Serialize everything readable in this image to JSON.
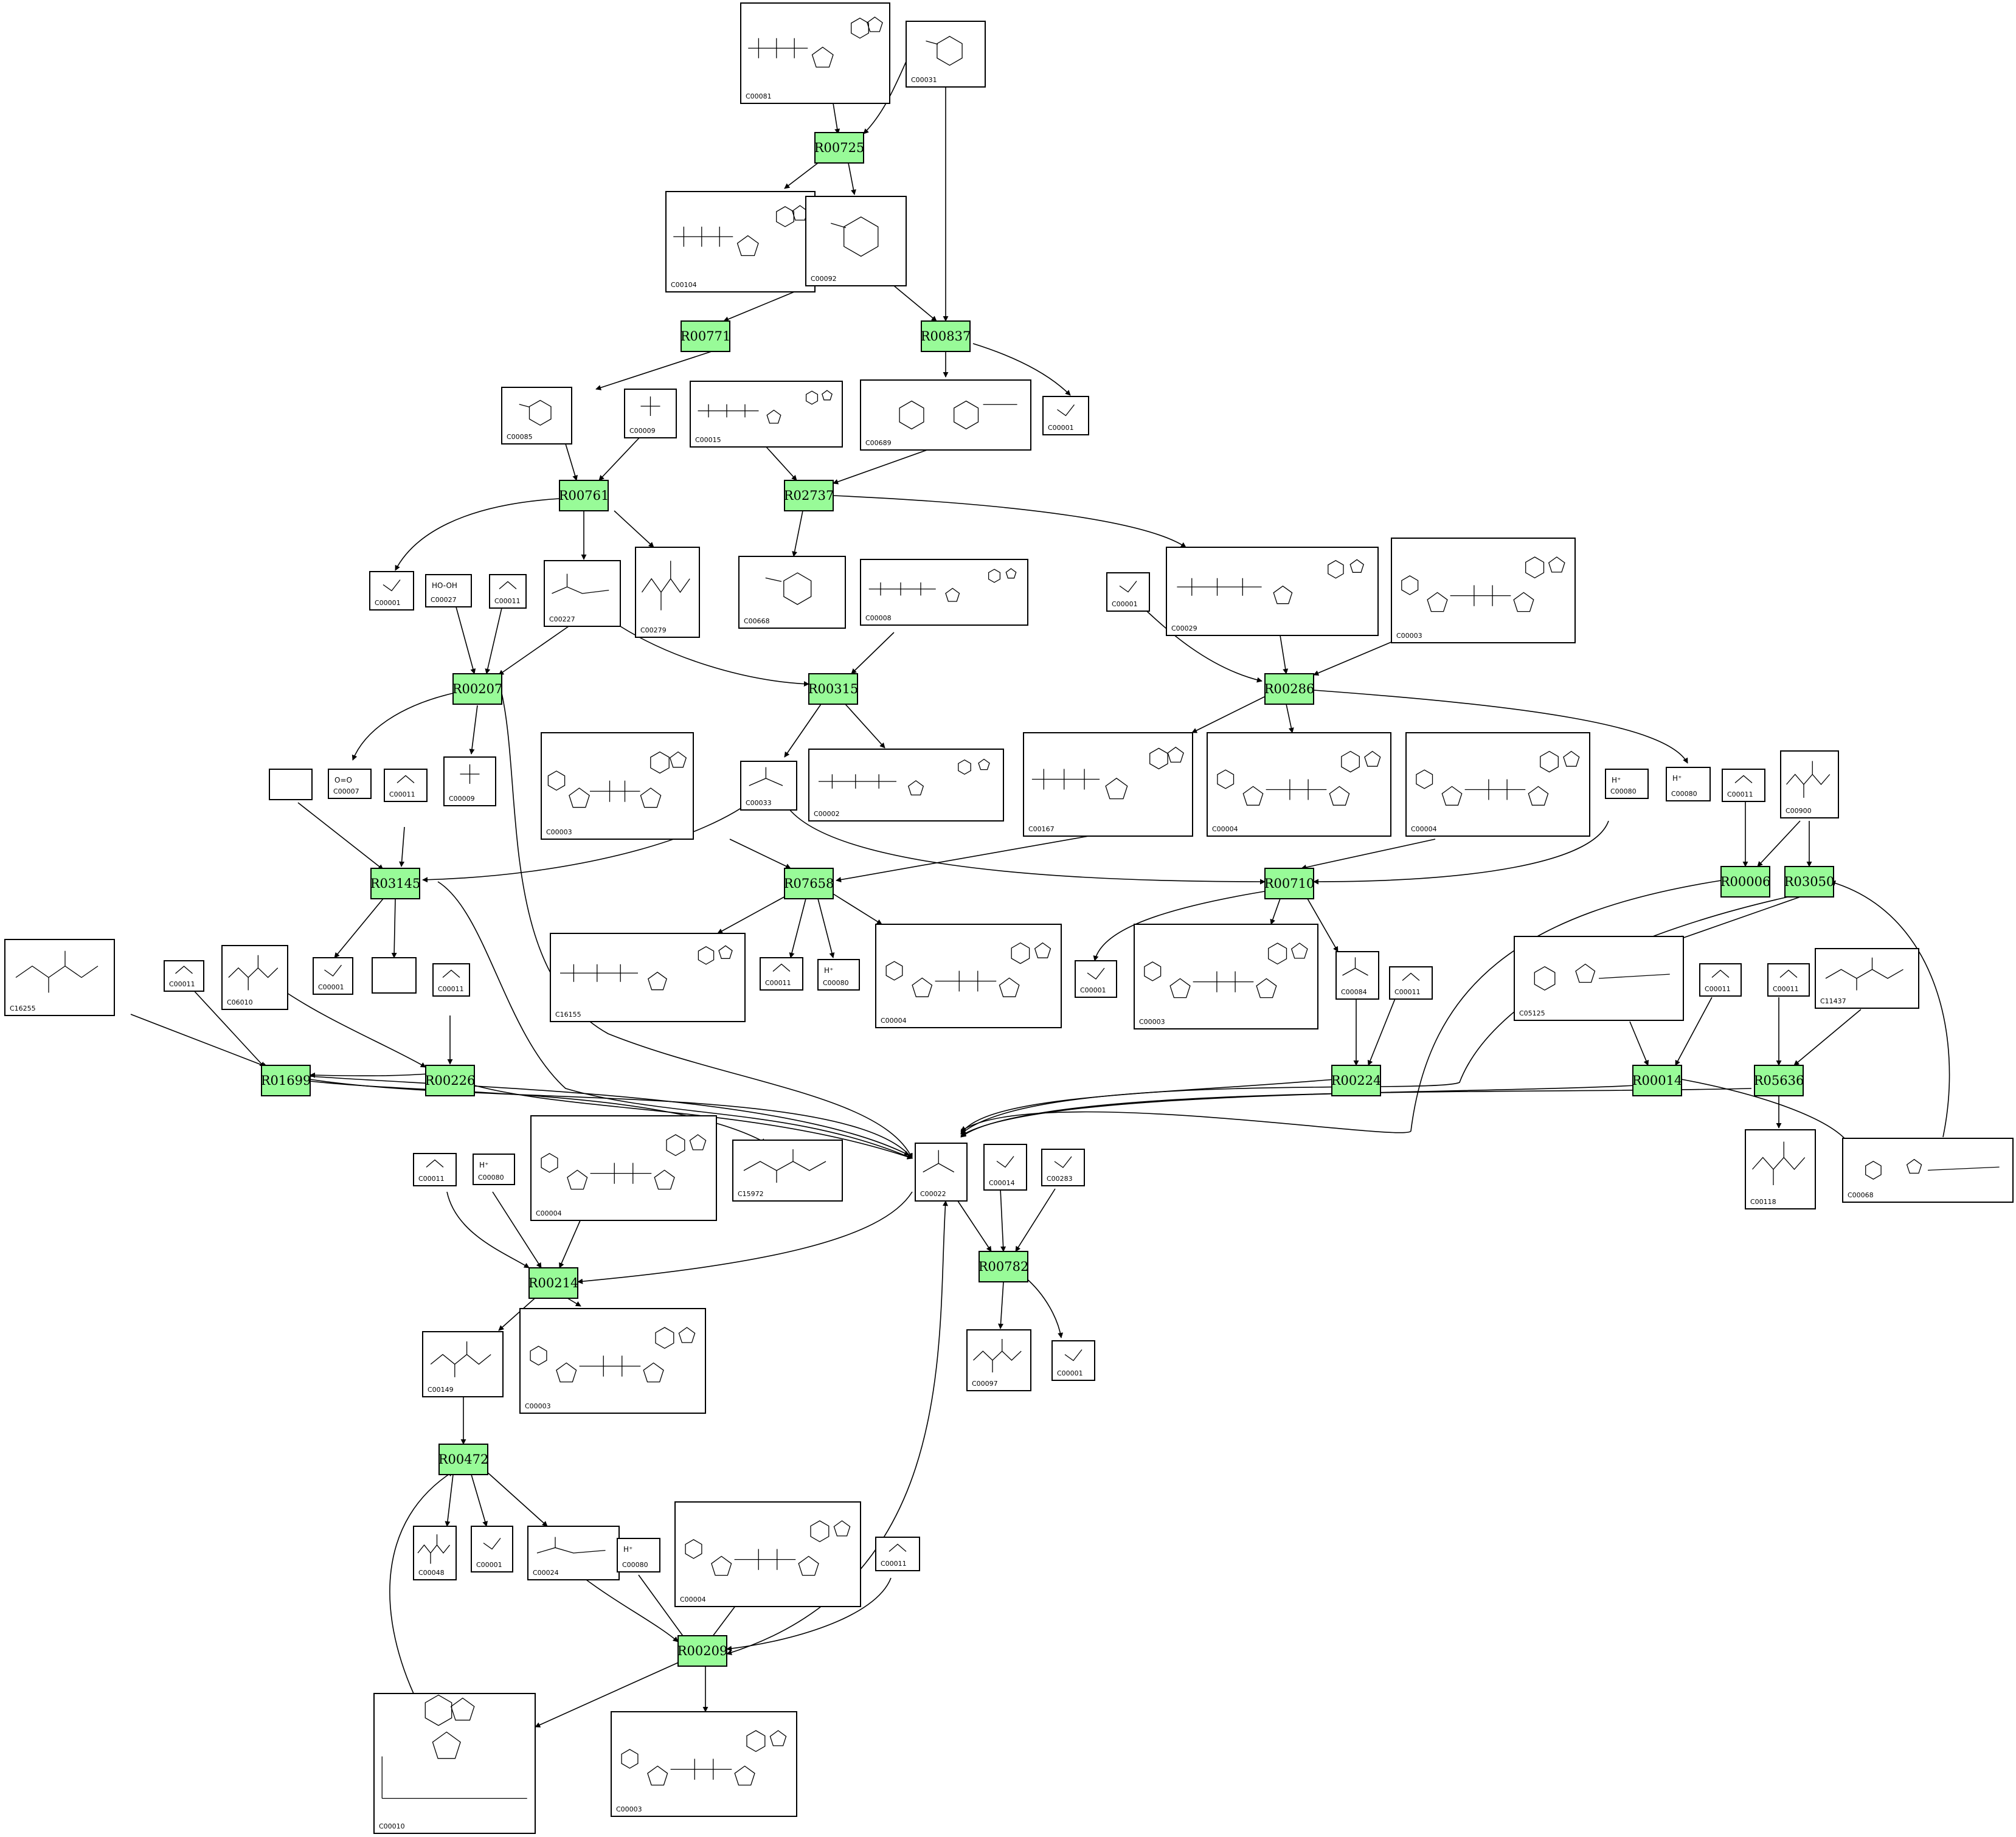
{
  "reactions": [
    "R00725",
    "R00837",
    "R00771",
    "R00761",
    "R02737",
    "R00207",
    "R00315",
    "R00286",
    "R03145",
    "R07658",
    "R00710",
    "R00006",
    "R03050",
    "R01699",
    "R00226",
    "R00224",
    "R00014",
    "R05636",
    "R00214",
    "R00782",
    "R00472",
    "R00209"
  ],
  "compounds": [
    {
      "id": "C00081",
      "label": "C00081"
    },
    {
      "id": "C00031",
      "label": "C00031"
    },
    {
      "id": "C00104",
      "label": "C00104"
    },
    {
      "id": "C00092",
      "label": "C00092"
    },
    {
      "id": "C00085",
      "label": "C00085"
    },
    {
      "id": "C00009",
      "label": "C00009"
    },
    {
      "id": "C00015",
      "label": "C00015"
    },
    {
      "id": "C00689",
      "label": "C00689"
    },
    {
      "id": "C00001",
      "label": "C00001"
    },
    {
      "id": "C00027",
      "label": "C00027",
      "formula": "HO-OH"
    },
    {
      "id": "C00011",
      "label": "C00011"
    },
    {
      "id": "C00227",
      "label": "C00227"
    },
    {
      "id": "C00279",
      "label": "C00279"
    },
    {
      "id": "C00668",
      "label": "C00668"
    },
    {
      "id": "C00008",
      "label": "C00008"
    },
    {
      "id": "C00029",
      "label": "C00029"
    },
    {
      "id": "C00003",
      "label": "C00003"
    },
    {
      "id": "C00007",
      "label": "C00007",
      "formula": "O=O"
    },
    {
      "id": "C00033",
      "label": "C00033"
    },
    {
      "id": "C00002",
      "label": "C00002"
    },
    {
      "id": "C00167",
      "label": "C00167"
    },
    {
      "id": "C00004",
      "label": "C00004"
    },
    {
      "id": "C00080",
      "label": "C00080",
      "formula": "H⁺"
    },
    {
      "id": "C00900",
      "label": "C00900"
    },
    {
      "id": "C16255",
      "label": "C16255"
    },
    {
      "id": "C06010",
      "label": "C06010"
    },
    {
      "id": "C16155",
      "label": "C16155"
    },
    {
      "id": "C00084",
      "label": "C00084"
    },
    {
      "id": "C05125",
      "label": "C05125"
    },
    {
      "id": "C11437",
      "label": "C11437"
    },
    {
      "id": "C15972",
      "label": "C15972"
    },
    {
      "id": "C00022",
      "label": "C00022"
    },
    {
      "id": "C00014",
      "label": "C00014"
    },
    {
      "id": "C00283",
      "label": "C00283"
    },
    {
      "id": "C00118",
      "label": "C00118"
    },
    {
      "id": "C00068",
      "label": "C00068"
    },
    {
      "id": "C00149",
      "label": "C00149"
    },
    {
      "id": "C00097",
      "label": "C00097"
    },
    {
      "id": "C00048",
      "label": "C00048"
    },
    {
      "id": "C00024",
      "label": "C00024"
    },
    {
      "id": "C00010",
      "label": "C00010"
    }
  ]
}
